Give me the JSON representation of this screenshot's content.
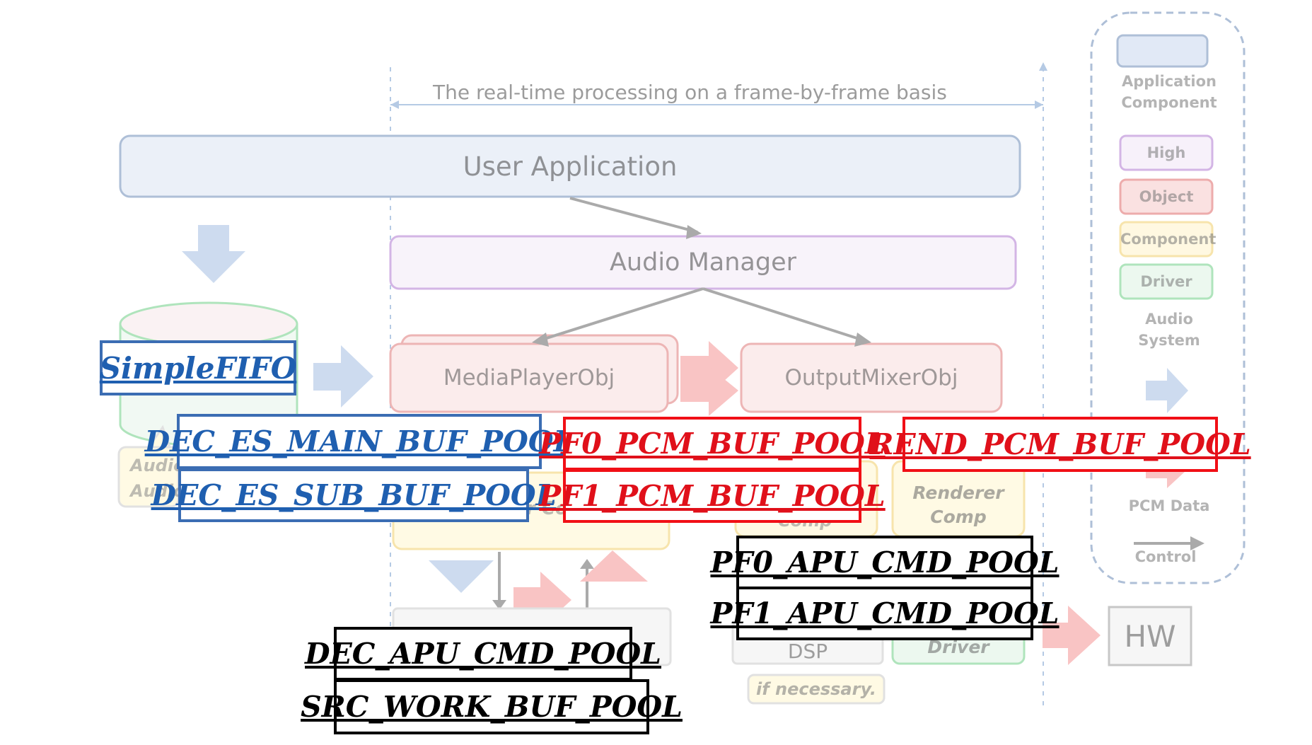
{
  "header": {
    "realtime": "The real-time processing on a frame-by-frame basis"
  },
  "boxes": {
    "user_app": "User Application",
    "audio_manager": "Audio Manager",
    "media_player": "MediaPlayerObj",
    "output_mixer": "OutputMixerObj",
    "renderer_line1": "Renderer",
    "renderer_line2": "Comp",
    "hw": "HW",
    "dsp": "DSP",
    "driver": "Driver",
    "if_necessary": "if necessary.",
    "audio_frag1": "Audio",
    "audio_frag2": "Audio",
    "comp_frag": "Comp",
    "cut_frag": "r Co"
  },
  "legend": {
    "application_line1": "Application",
    "application_line2": "Component",
    "high": "High",
    "object": "Object",
    "component": "Component",
    "driver": "Driver",
    "audio_line1": "Audio",
    "audio_line2": "System",
    "pcm_data": "PCM Data",
    "control": "Control"
  },
  "labels": {
    "simple_fifo": "SimpleFIFO",
    "dec_es_main": "DEC_ES_MAIN_BUF_POOL",
    "dec_es_sub": "DEC_ES_SUB_BUF_POOL",
    "pf0_pcm": "PF0_PCM_BUF_POOL",
    "pf1_pcm": "PF1_PCM_BUF_POOL",
    "rend_pcm": "REND_PCM_BUF_POOL",
    "pf0_apu": "PF0_APU_CMD_POOL",
    "pf1_apu": "PF1_APU_CMD_POOL",
    "dec_apu": "DEC_APU_CMD_POOL",
    "src_work": "SRC_WORK_BUF_POOL"
  },
  "colors": {
    "application": "#b9cde8",
    "high": "#c9a6dc",
    "object": "#ef8f8f",
    "component": "#f9df8a",
    "driver": "#7ccf8e",
    "blue_label": "#3b6db3",
    "red_label": "#f10f16"
  }
}
